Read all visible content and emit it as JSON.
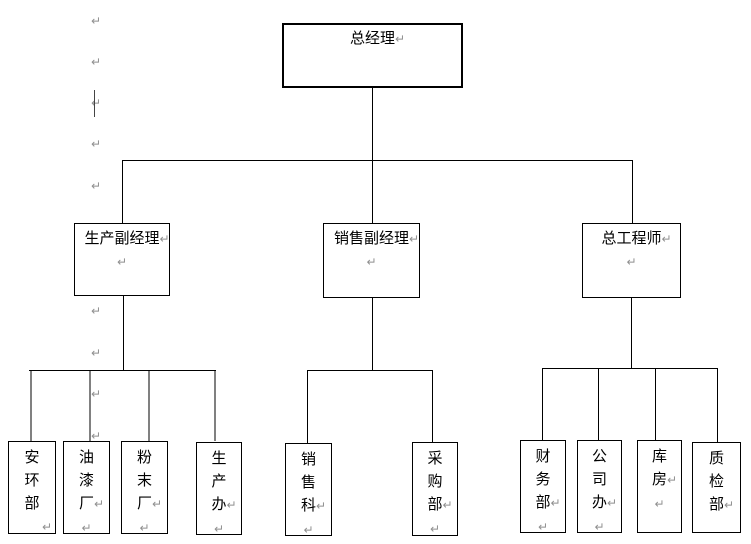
{
  "document": {
    "background": "#ffffff",
    "pilcrow": "↵",
    "colors": {
      "connector_line": "#000000",
      "gray_drop_line": "#808080",
      "paragraph_mark": "#8f8f8f"
    }
  },
  "org": {
    "root": {
      "label": "总经理"
    },
    "managers": [
      {
        "label": "生产副经理"
      },
      {
        "label": "销售副经理"
      },
      {
        "label": "总工程师"
      }
    ],
    "departments": [
      {
        "name": "安环部",
        "lines": [
          {
            "c": "安",
            "m": ""
          },
          {
            "c": "环",
            "m": ""
          },
          {
            "c": "部",
            "m": ""
          },
          {
            "c": "",
            "m": "↵"
          }
        ]
      },
      {
        "name": "油漆厂",
        "lines": [
          {
            "c": "油",
            "m": ""
          },
          {
            "c": "漆",
            "m": ""
          },
          {
            "c": "厂",
            "m": "↵"
          },
          {
            "c": "",
            "m": "↵"
          }
        ]
      },
      {
        "name": "粉末厂",
        "lines": [
          {
            "c": "粉",
            "m": ""
          },
          {
            "c": "末",
            "m": ""
          },
          {
            "c": "厂",
            "m": "↵"
          },
          {
            "c": "",
            "m": "↵"
          }
        ]
      },
      {
        "name": "生产办",
        "lines": [
          {
            "c": "生",
            "m": ""
          },
          {
            "c": "产",
            "m": ""
          },
          {
            "c": "办",
            "m": "↵"
          },
          {
            "c": "",
            "m": "↵"
          }
        ]
      },
      {
        "name": "销售科",
        "lines": [
          {
            "c": "销",
            "m": ""
          },
          {
            "c": "售",
            "m": ""
          },
          {
            "c": "科",
            "m": "↵"
          },
          {
            "c": "",
            "m": "↵"
          }
        ]
      },
      {
        "name": "采购部",
        "lines": [
          {
            "c": "采",
            "m": ""
          },
          {
            "c": "购",
            "m": ""
          },
          {
            "c": "部",
            "m": "↵"
          },
          {
            "c": "",
            "m": "↵"
          }
        ]
      },
      {
        "name": "财务部",
        "lines": [
          {
            "c": "财",
            "m": ""
          },
          {
            "c": "务",
            "m": ""
          },
          {
            "c": "部",
            "m": "↵"
          },
          {
            "c": "",
            "m": "↵"
          }
        ]
      },
      {
        "name": "公司办",
        "lines": [
          {
            "c": "公",
            "m": ""
          },
          {
            "c": "司",
            "m": ""
          },
          {
            "c": "办",
            "m": "↵"
          },
          {
            "c": "",
            "m": "↵"
          }
        ]
      },
      {
        "name": "库房",
        "lines": [
          {
            "c": "库",
            "m": ""
          },
          {
            "c": "房",
            "m": "↵"
          },
          {
            "c": "",
            "m": "↵"
          },
          {
            "c": "",
            "m": ""
          }
        ]
      },
      {
        "name": "质检部",
        "lines": [
          {
            "c": "质",
            "m": ""
          },
          {
            "c": "检",
            "m": ""
          },
          {
            "c": "部",
            "m": "↵"
          },
          {
            "c": "",
            "m": ""
          }
        ]
      }
    ]
  }
}
